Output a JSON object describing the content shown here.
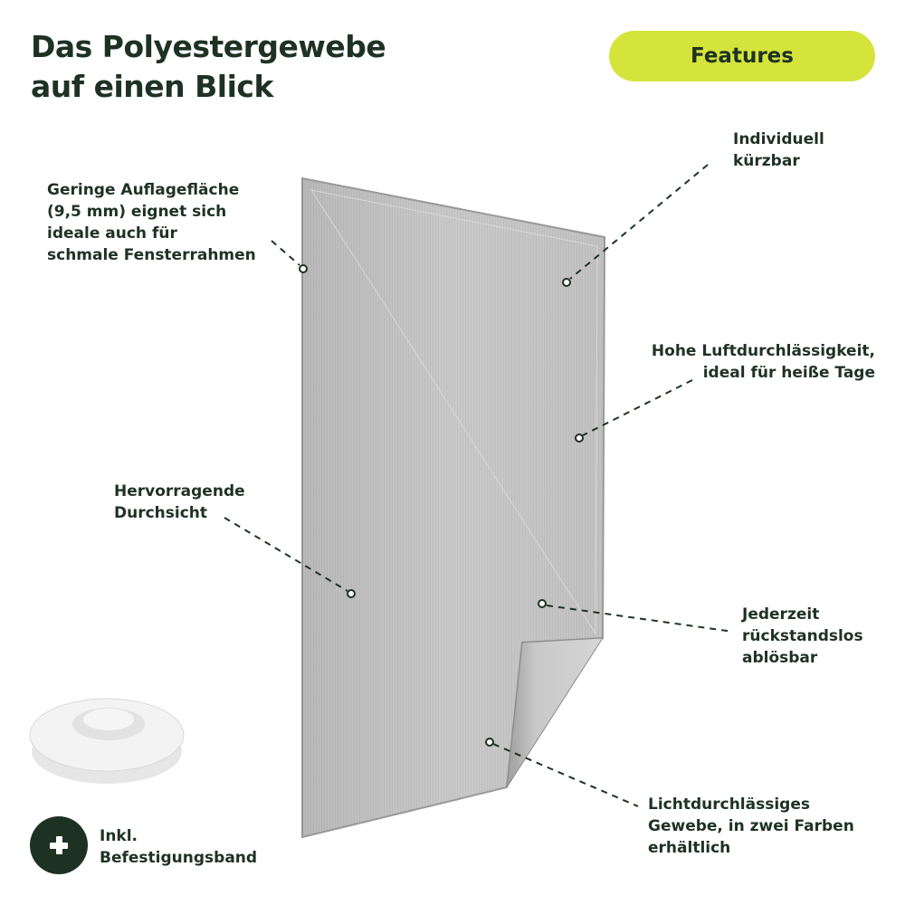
{
  "header": {
    "title_line1": "Das Polyestergewebe",
    "title_line2": "auf einen Blick",
    "badge": "Features"
  },
  "features": [
    {
      "lines": [
        "Geringe Auflagefläche",
        "(9,5 mm) eignet sich",
        "ideale auch für",
        "schmale Fensterrahmen"
      ]
    },
    {
      "lines": [
        "Individuell",
        "kürzbar"
      ]
    },
    {
      "lines": [
        "Hohe Luftdurchlässigkeit,",
        "ideal für heiße Tage"
      ]
    },
    {
      "lines": [
        "Hervorragende",
        "Durchsicht"
      ]
    },
    {
      "lines": [
        "Jederzeit",
        "rückstandslos",
        "ablösbar"
      ]
    },
    {
      "lines": [
        "Lichtdurchlässiges",
        "Gewebe, in zwei Farben",
        "erhältlich"
      ]
    }
  ],
  "included": {
    "lines": [
      "Inkl.",
      "Befestigungsband"
    ]
  },
  "colors": {
    "text": "#1e3224",
    "accent": "#d4e43a",
    "mesh": "#c4c4c4"
  }
}
